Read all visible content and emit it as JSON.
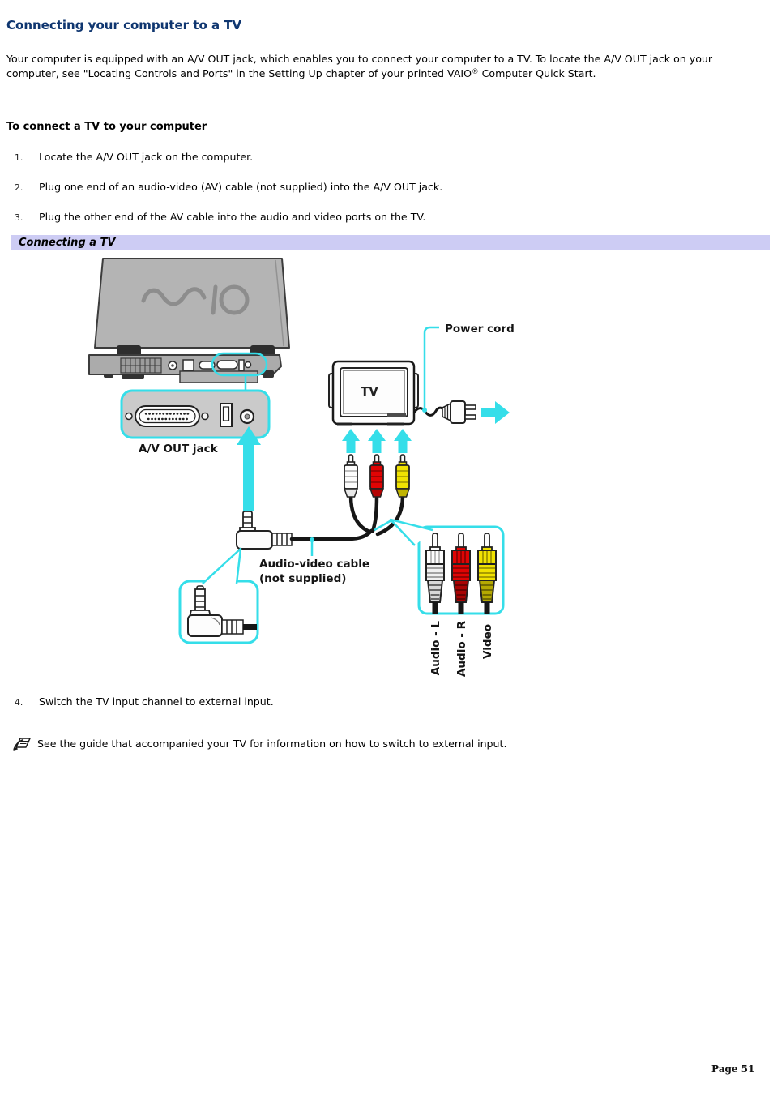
{
  "page": {
    "title": "Connecting your computer to a TV",
    "page_number": "Page 51",
    "heading_color": "#0f3670"
  },
  "intro": {
    "part1": "Your computer is equipped with an A/V OUT jack, which enables you to connect your computer to a TV. To locate the A/V OUT jack on your computer, see \"Locating Controls and Ports\" in the Setting Up chapter of your printed VAIO",
    "reg": "®",
    "part2": " Computer Quick Start."
  },
  "steps": {
    "heading": "To connect a TV to your computer",
    "items": [
      {
        "num": "1.",
        "text": "Locate the A/V OUT jack on the computer."
      },
      {
        "num": "2.",
        "text": "Plug one end of an audio-video (AV) cable (not supplied) into the A/V OUT jack."
      },
      {
        "num": "3.",
        "text": "Plug the other end of the AV cable into the audio and video ports on the TV."
      },
      {
        "num": "4.",
        "text": "Switch the TV input channel to external input."
      }
    ]
  },
  "figure": {
    "caption": "Connecting a TV",
    "caption_bg": "#cdccf4",
    "accent_cyan": "#35dee9",
    "labels": {
      "tv": "TV",
      "power_cord": "Power cord",
      "av_out_jack": "A/V OUT jack",
      "cable_line1": "Audio-video cable",
      "cable_line2": "(not supplied)",
      "audio_l": "Audio - L",
      "audio_r": "Audio - R",
      "video": "Video"
    },
    "connector_colors": {
      "audio_l": "#ffffff",
      "audio_r": "#e00404",
      "video": "#f0e202"
    }
  },
  "note": {
    "text": "See the guide that accompanied your TV for information on how to switch to external input."
  }
}
